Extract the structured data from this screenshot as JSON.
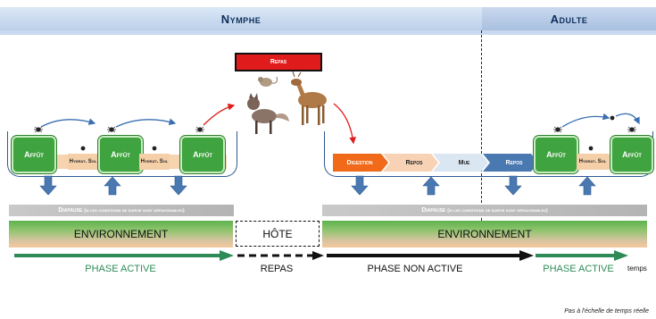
{
  "header": {
    "nymphe": "Nymphe",
    "adulte": "Adulte"
  },
  "repas_label": "Repas",
  "nymph_cycle": {
    "affut1": "Affût",
    "hydrat1": "Hydrat. Sol",
    "affut2": "Affût",
    "hydrat2": "Hydrat. Sol",
    "affut3": "Affût"
  },
  "adult_cycle": {
    "digestion": "Digestion",
    "repos1": "Repos",
    "mue": "Mue",
    "repos2": "Repos",
    "affut1": "Affût",
    "hydrat": "Hydrat. Sol",
    "affut2": "Affût"
  },
  "diapause": {
    "left_main": "Diapause",
    "left_note": "(si les conditions de survie sont défavorables)",
    "right_main": "Diapause",
    "right_note": "(si les conditions de survie sont défavorables)"
  },
  "environment": {
    "left": "ENVIRONNEMENT",
    "host": "HÔTE",
    "right": "ENVIRONNEMENT"
  },
  "phases": {
    "active1": "PHASE ACTIVE",
    "meal": "REPAS",
    "non_active": "PHASE NON ACTIVE",
    "active2": "PHASE ACTIVE",
    "time": "temps"
  },
  "footnote": "Pas à l'échelle de temps réelle",
  "colors": {
    "green": "#3fa33f",
    "arrow_blue": "#4a78b0",
    "red": "#e01b1b",
    "phase_green": "#2e8b57"
  }
}
